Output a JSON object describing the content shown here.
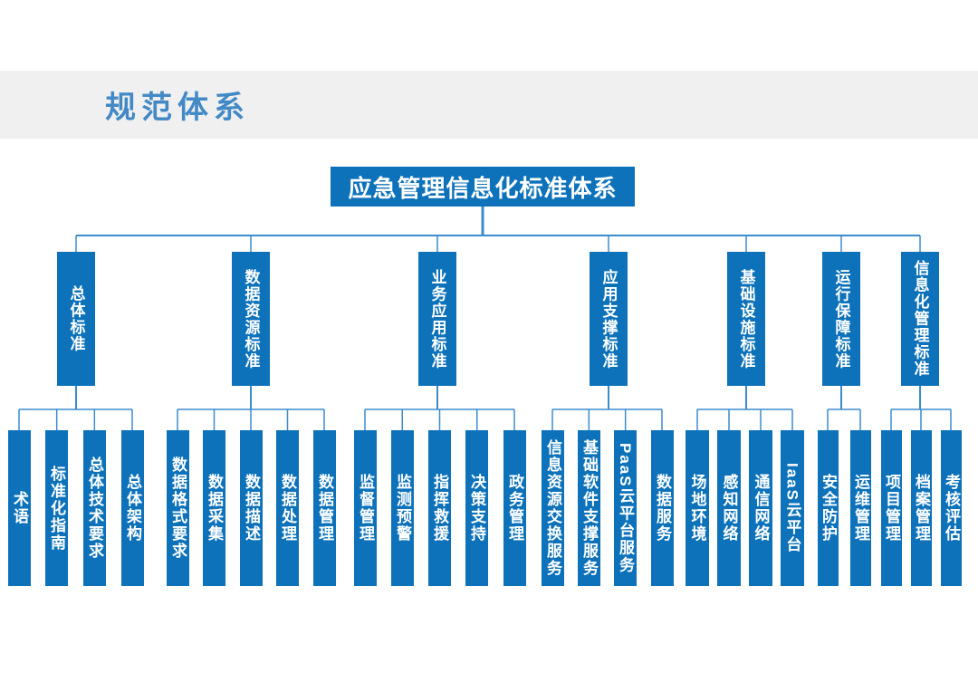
{
  "header": {
    "title": "规范体系"
  },
  "diagram": {
    "root": {
      "label": "应急管理信息化标准体系"
    },
    "branches": [
      {
        "label": "总体标准",
        "children": [
          "术语",
          "标准化指南",
          "总体技术要求",
          "总体架构"
        ]
      },
      {
        "label": "数据资源标准",
        "children": [
          "数据格式要求",
          "数据采集",
          "数据描述",
          "数据处理",
          "数据管理"
        ]
      },
      {
        "label": "业务应用标准",
        "children": [
          "监督管理",
          "监测预警",
          "指挥救援",
          "决策支持",
          "政务管理"
        ]
      },
      {
        "label": "应用支撑标准",
        "children": [
          "信息资源交换服务",
          "基础软件支撑服务",
          "PaaS云平台服务",
          "数据服务"
        ]
      },
      {
        "label": "基础设施标准",
        "children": [
          "场地环境",
          "感知网络",
          "通信网络",
          "IaaS云平台"
        ]
      },
      {
        "label": "运行保障标准",
        "children": [
          "安全防护",
          "运维管理"
        ]
      },
      {
        "label": "信息化管理标准",
        "children": [
          "项目管理",
          "档案管理",
          "考核评估"
        ]
      }
    ],
    "colors": {
      "box_fill": "#0d72ba",
      "box_text": "#ffffff",
      "connector": "#3b8ccd",
      "header_text": "#4389c6",
      "band_bg": "#f0f0f0"
    }
  }
}
